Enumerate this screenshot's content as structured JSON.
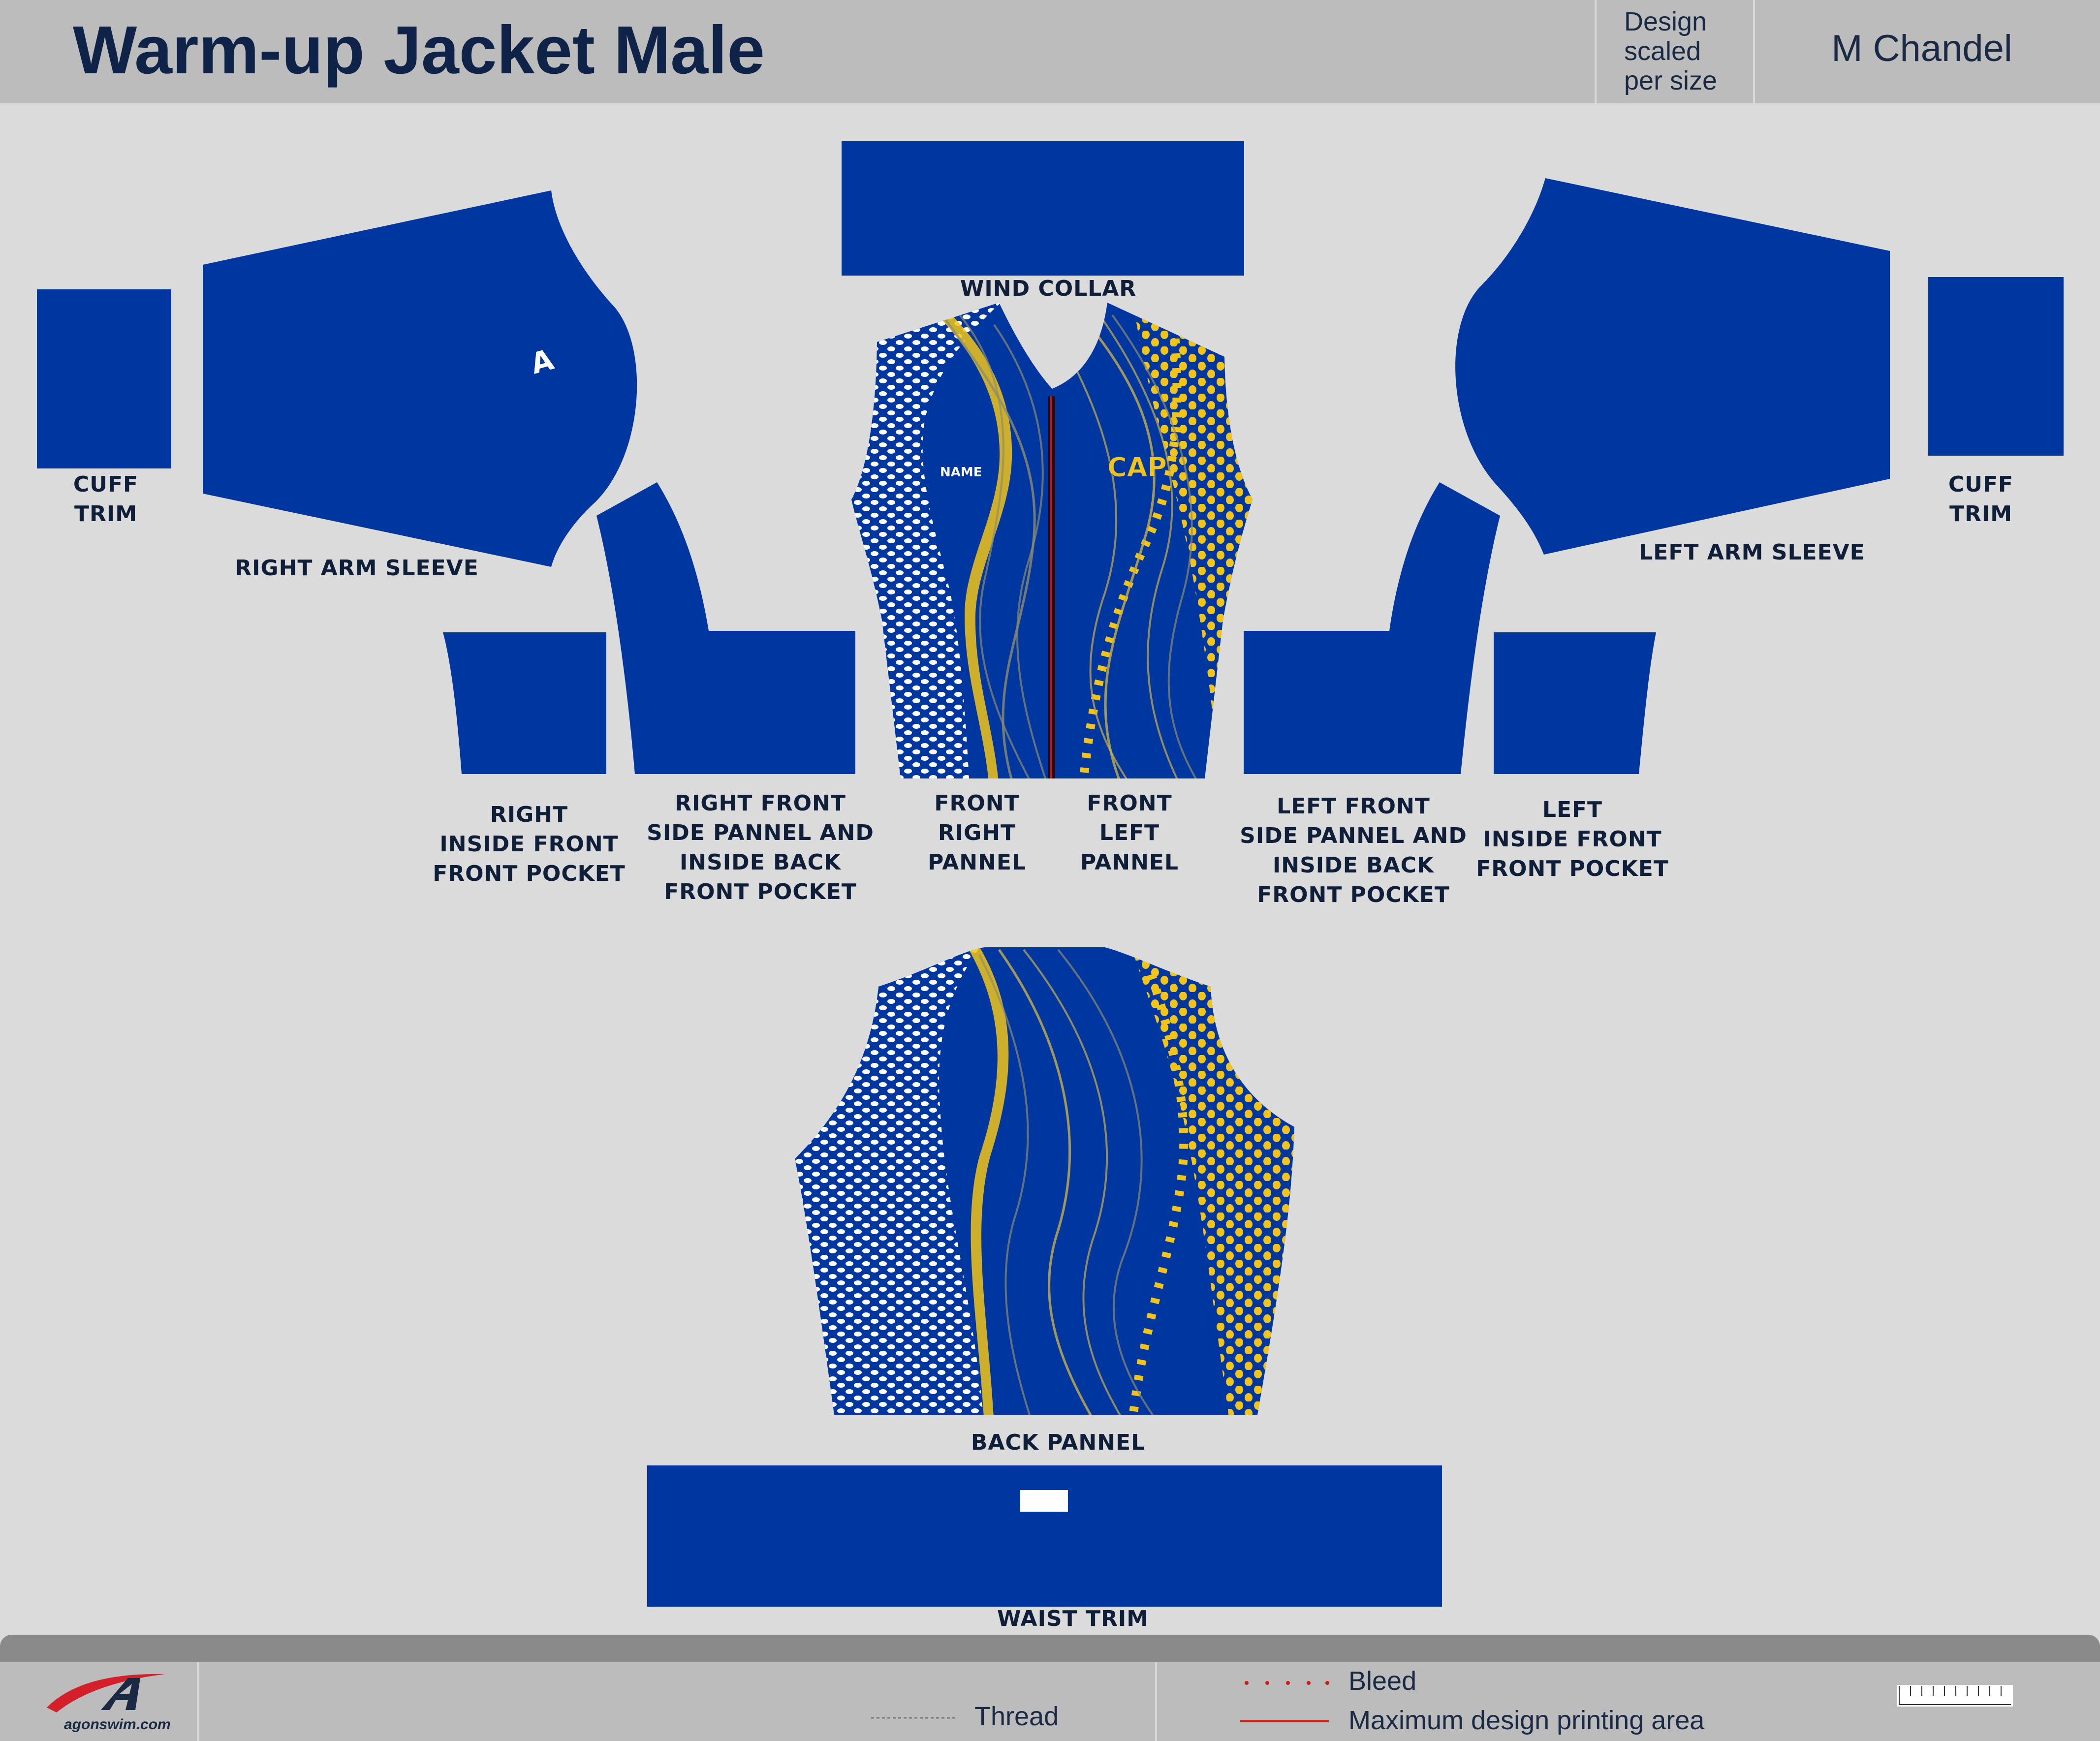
{
  "header": {
    "title": "Warm-up Jacket Male",
    "design_scaled": [
      "Design",
      "scaled",
      "per size"
    ],
    "designer": "M Chandel"
  },
  "colors": {
    "panel_blue": "#0036a0",
    "dot_yellow": "#f2c418",
    "dot_white": "#ffffff",
    "zipper": "#2a0a10",
    "bleed_red": "#d11a1a"
  },
  "pieces": {
    "wind_collar": [
      "WIND COLLAR"
    ],
    "cuff_trim_right": [
      "CUFF",
      "TRIM"
    ],
    "cuff_trim_left": [
      "CUFF",
      "TRIM"
    ],
    "right_arm_sleeve": [
      "RIGHT ARM SLEEVE"
    ],
    "left_arm_sleeve": [
      "LEFT ARM SLEEVE"
    ],
    "right_inside_pocket": [
      "RIGHT",
      "INSIDE FRONT",
      "FRONT POCKET"
    ],
    "right_front_side": [
      "RIGHT FRONT",
      "SIDE PANNEL AND",
      "INSIDE BACK",
      "FRONT POCKET"
    ],
    "front_right": [
      "FRONT",
      "RIGHT",
      "PANNEL"
    ],
    "front_left": [
      "FRONT",
      "LEFT",
      "PANNEL"
    ],
    "left_front_side": [
      "LEFT FRONT",
      "SIDE PANNEL AND",
      "INSIDE BACK",
      "FRONT POCKET"
    ],
    "left_inside_pocket": [
      "LEFT",
      "INSIDE FRONT",
      "FRONT POCKET"
    ],
    "back_pannel": [
      "BACK PANNEL"
    ],
    "waist_trim": [
      "WAIST TRIM"
    ]
  },
  "jacket_text": {
    "name": "NAME",
    "team": "CAP"
  },
  "footer": {
    "brand": "agonswim.com",
    "thread": "Thread",
    "bleed": "Bleed",
    "max_area": "Maximum design printing area"
  }
}
